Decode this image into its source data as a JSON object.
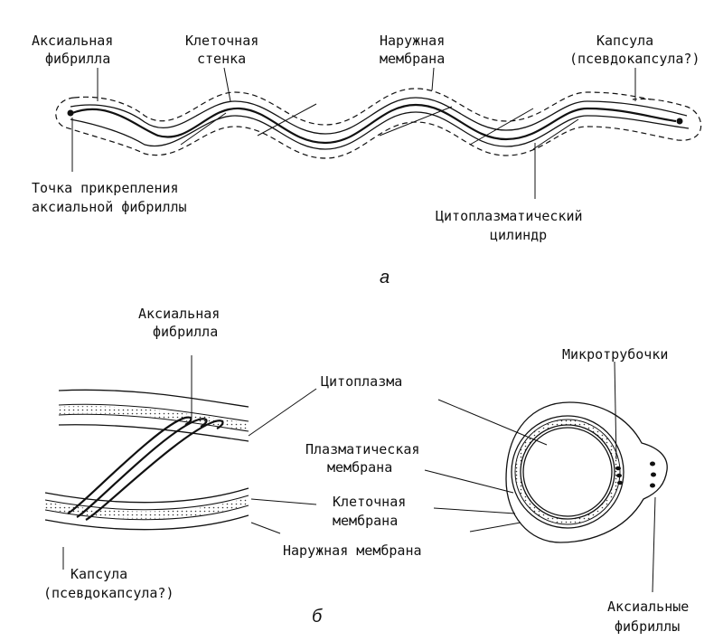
{
  "panel_a": {
    "letter": "а",
    "labels": {
      "axial_fibril_1": "Аксиальная",
      "axial_fibril_2": "фибрилла",
      "cell_wall_1": "Клеточная",
      "cell_wall_2": "стенка",
      "outer_membrane_1": "Наружная",
      "outer_membrane_2": "мембрана",
      "capsule_1": "Капсула",
      "capsule_2": "(псевдокапсула?)",
      "attachment_1": "Точка прикрепления",
      "attachment_2": "аксиальной фибриллы",
      "cyto_cylinder_1": "Цитоплазматический",
      "cyto_cylinder_2": "цилиндр"
    }
  },
  "panel_b": {
    "letter": "б",
    "labels": {
      "axial_fibril_1": "Аксиальная",
      "axial_fibril_2": "фибрилла",
      "cytoplasm": "Цитоплазма",
      "plasma_membrane_1": "Плазматическая",
      "plasma_membrane_2": "мембрана",
      "cell_membrane_1": "Клеточная",
      "cell_membrane_2": "мембрана",
      "outer_membrane": "Наружная мембрана",
      "capsule_1": "Капсула",
      "capsule_2": "(псевдокапсула?)",
      "microtubules": "Микротрубочки",
      "axial_fibrils_1": "Аксиальные",
      "axial_fibrils_2": "фибриллы"
    }
  }
}
